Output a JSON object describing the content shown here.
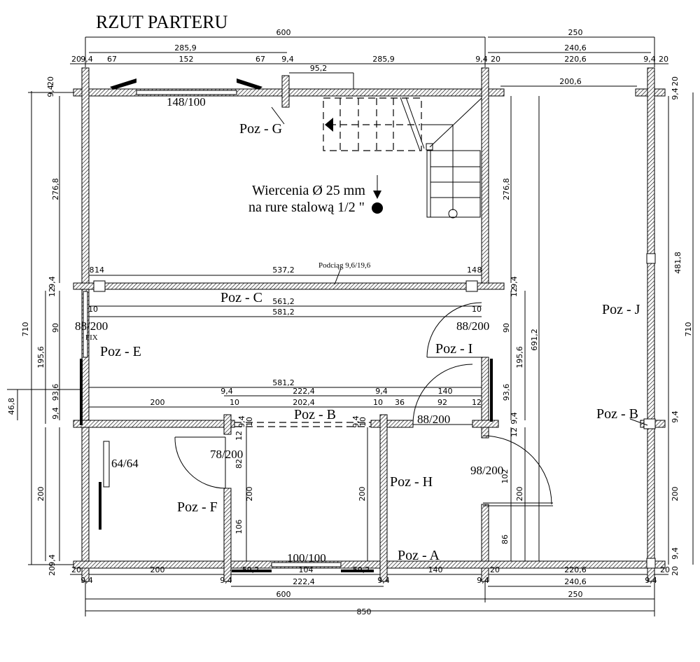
{
  "title": "RZUT PARTERU",
  "labels": {
    "window_top": "148/100",
    "poz_g": "Poz - G",
    "drill_line1": "Wiercenia Ø 25 mm",
    "drill_line2": "na rure stalową 1/2 \"",
    "beam_note": "Podciąg 9,6/19,6",
    "poz_c": "Poz - C",
    "window_left": "88/200",
    "fix": "FIX",
    "poz_e": "Poz - E",
    "door_right_upper": "88/200",
    "poz_i": "Poz - I",
    "poz_j": "Poz - J",
    "poz_b_mid": "Poz - B",
    "door_mid": "88/200",
    "poz_b_right": "Poz - B",
    "door_f": "78/200",
    "window_small": "64/64",
    "poz_h": "Poz - H",
    "door_right_lower": "98/200",
    "poz_f": "Poz - F",
    "window_bottom": "100/100",
    "poz_a": "Poz - A"
  },
  "dimensions": [
    "600",
    "250",
    "285,9",
    "240,6",
    "20",
    "9,4",
    "67",
    "152",
    "67",
    "9,4",
    "285,9",
    "9,4",
    "20",
    "220,6",
    "9,4",
    "20",
    "95,2",
    "200,6",
    "20",
    "9,4",
    "276,8",
    "710",
    "9,4",
    "12",
    "90",
    "195,6",
    "93,6",
    "46,8",
    "9,4",
    "200",
    "9,4",
    "20",
    "276,8",
    "691,2",
    "9,4",
    "12",
    "90",
    "195,6",
    "93,6",
    "9,4",
    "12",
    "102",
    "200",
    "86",
    "20",
    "9,4",
    "481,8",
    "710",
    "9,4",
    "200",
    "9,4",
    "20",
    "8",
    "14",
    "537,2",
    "14",
    "8",
    "561,2",
    "10",
    "10",
    "581,2",
    "581,2",
    "9,4",
    "222,4",
    "9,4",
    "140",
    "200",
    "10",
    "202,4",
    "10",
    "36",
    "92",
    "12",
    "9,4",
    "10",
    "12",
    "9,4",
    "10",
    "82",
    "200",
    "106",
    "200",
    "20",
    "200",
    "59,2",
    "104",
    "59,2",
    "140",
    "20",
    "220,6",
    "20",
    "9,4",
    "9,4",
    "222,4",
    "9,4",
    "9,4",
    "240,6",
    "9,4",
    "600",
    "250",
    "850"
  ]
}
